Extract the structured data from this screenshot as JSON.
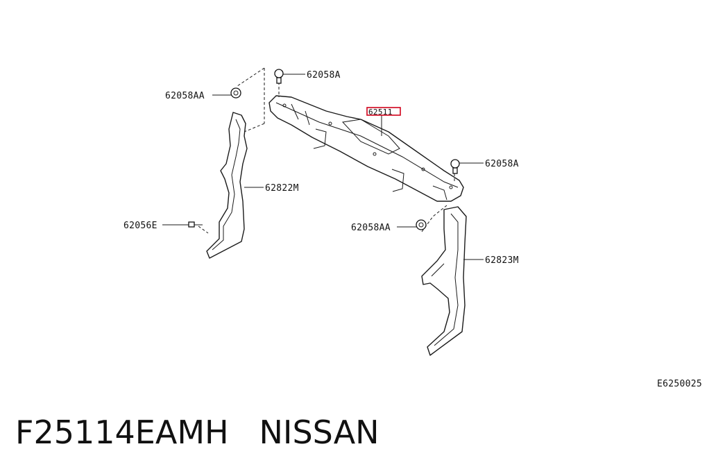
{
  "diagram": {
    "figure_code": "E6250025",
    "highlight_color": "#d0021b",
    "callouts": {
      "bolt_top": "62058A",
      "clip_top_left": "62058AA",
      "main_support": "62511",
      "bolt_right": "62058A",
      "side_left": "62822M",
      "screw_left": "62056E",
      "clip_right": "62058AA",
      "side_right": "62823M"
    }
  },
  "caption": {
    "part_number": "F25114EAMH",
    "brand": "NISSAN"
  }
}
